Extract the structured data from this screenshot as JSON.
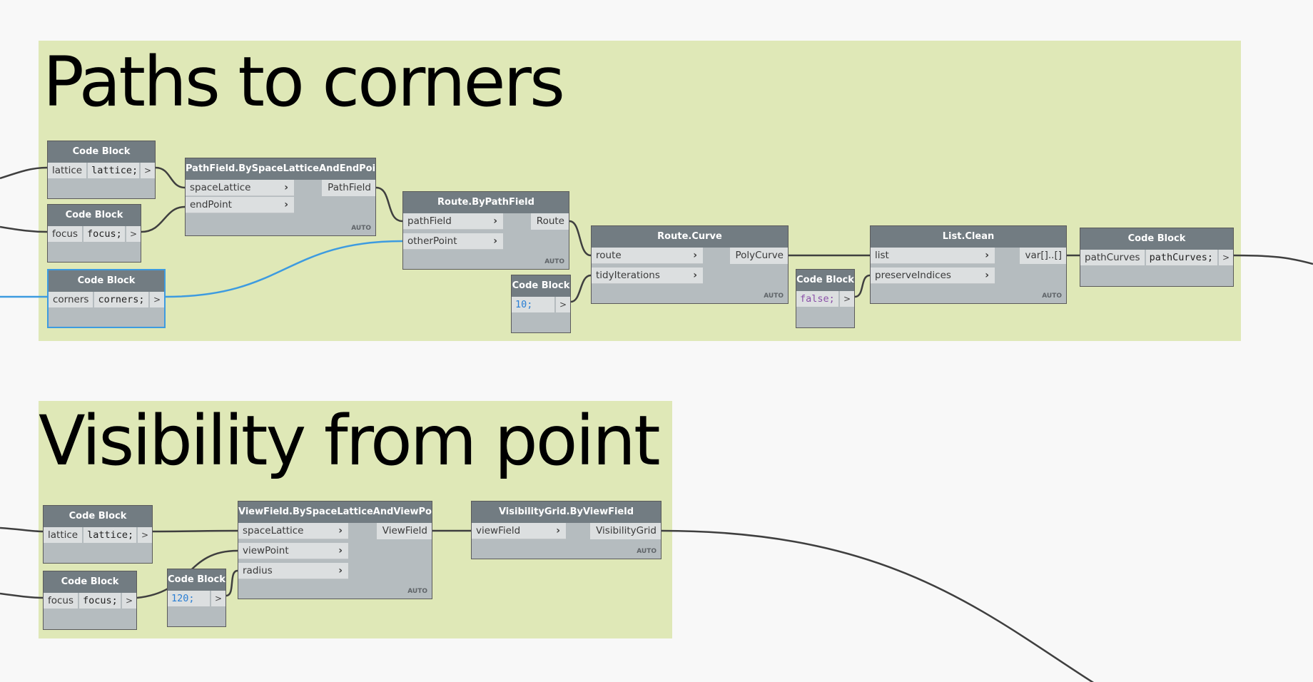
{
  "groups": [
    {
      "id": "paths",
      "title": "Paths to corners",
      "color": "#dfe8b7"
    },
    {
      "id": "visibility",
      "title": "Visibility from point",
      "color": "#dfe8b7"
    }
  ],
  "nodes": {
    "cb_lattice": {
      "title": "Code Block",
      "var": "lattice",
      "code": "lattice;",
      "out": ">"
    },
    "cb_focus": {
      "title": "Code Block",
      "var": "focus",
      "code": "focus;",
      "out": ">"
    },
    "cb_corners": {
      "title": "Code Block",
      "var": "corners",
      "code": "corners;",
      "out": ">",
      "selected": true
    },
    "pathfield": {
      "title": "PathField.BySpaceLatticeAndEndPoint",
      "inputs": [
        "spaceLattice",
        "endPoint"
      ],
      "output": "PathField",
      "lacing": "AUTO"
    },
    "route_bypathfield": {
      "title": "Route.ByPathField",
      "inputs": [
        "pathField",
        "otherPoint"
      ],
      "output": "Route",
      "lacing": "AUTO"
    },
    "cb_10": {
      "title": "Code Block",
      "code": "10;",
      "out": ">"
    },
    "route_curve": {
      "title": "Route.Curve",
      "inputs": [
        "route",
        "tidyIterations"
      ],
      "output": "PolyCurve",
      "lacing": "AUTO"
    },
    "cb_false": {
      "title": "Code Block",
      "code": "false;",
      "out": ">"
    },
    "list_clean": {
      "title": "List.Clean",
      "inputs": [
        "list",
        "preserveIndices"
      ],
      "output": "var[]..[]",
      "lacing": "AUTO"
    },
    "cb_pathcurves": {
      "title": "Code Block",
      "var": "pathCurves",
      "code": "pathCurves;",
      "out": ">"
    },
    "cb_lattice2": {
      "title": "Code Block",
      "var": "lattice",
      "code": "lattice;",
      "out": ">"
    },
    "cb_focus2": {
      "title": "Code Block",
      "var": "focus",
      "code": "focus;",
      "out": ">"
    },
    "cb_120": {
      "title": "Code Block",
      "code": "120;",
      "out": ">"
    },
    "viewfield": {
      "title": "ViewField.BySpaceLatticeAndViewPoint",
      "inputs": [
        "spaceLattice",
        "viewPoint",
        "radius"
      ],
      "output": "ViewField",
      "lacing": "AUTO"
    },
    "visibilitygrid": {
      "title": "VisibilityGrid.ByViewField",
      "inputs": [
        "viewField"
      ],
      "output": "VisibilityGrid",
      "lacing": "AUTO"
    }
  },
  "colors": {
    "canvas": "#f8f8f8",
    "group": "#dfe8b7",
    "node_header": "#727c82",
    "node_body": "#b5bcbf",
    "wire": "#3f3f3f",
    "selected_wire": "#3d9be0"
  }
}
